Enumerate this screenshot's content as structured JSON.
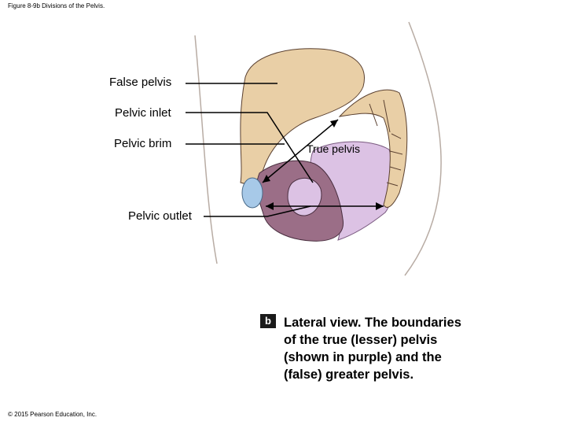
{
  "figure_title": "Figure 8-9b Divisions of the Pelvis.",
  "labels": {
    "false_pelvis": "False pelvis",
    "pelvic_inlet": "Pelvic inlet",
    "pelvic_brim": "Pelvic brim",
    "pelvic_outlet": "Pelvic outlet",
    "true_pelvis": "True pelvis"
  },
  "panel": {
    "letter": "b",
    "caption": "Lateral view. The boundaries of the true (lesser) pelvis (shown in purple) and the (false) greater pelvis."
  },
  "copyright": "© 2015 Pearson Education, Inc.",
  "colors": {
    "bone": "#e8c9a0",
    "bone_shadow": "#c8a77a",
    "ischium": "#9b6e87",
    "true_pelvis_fill": "#dcc2e4",
    "cartilage": "#a7c9e8"
  }
}
